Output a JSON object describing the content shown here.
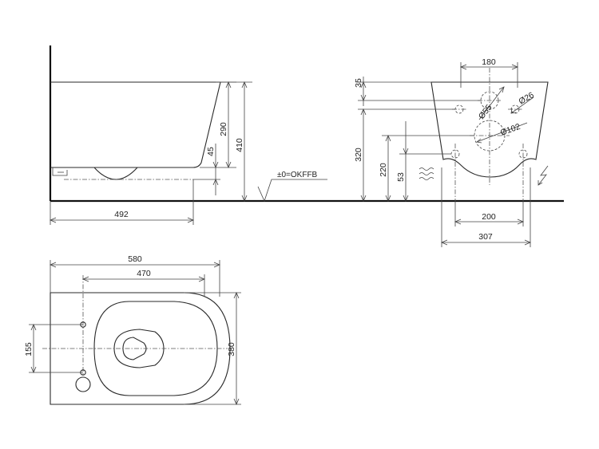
{
  "dimensions": {
    "depth_total": "580",
    "depth_inner": "470",
    "depth_to_outlet": "492",
    "width": "380",
    "fixing_spacing": "155",
    "height_top": "410",
    "height_body": "290",
    "outlet_offset": "45",
    "rear_top": "180",
    "inlet_offset": "35",
    "inlet_diameter": "Ø55",
    "fixing_diameter": "Ø26",
    "outlet_diameter": "Ø102",
    "floor_to_inlet": "320",
    "floor_to_outlet": "220",
    "floor_to_fixing": "53",
    "rear_fixing_spacing": "200",
    "rear_width": "307"
  },
  "labels": {
    "floor_reference": "±0=OKFFB"
  },
  "icons": {
    "water": "water-waves-icon",
    "electric": "lightning-icon"
  }
}
